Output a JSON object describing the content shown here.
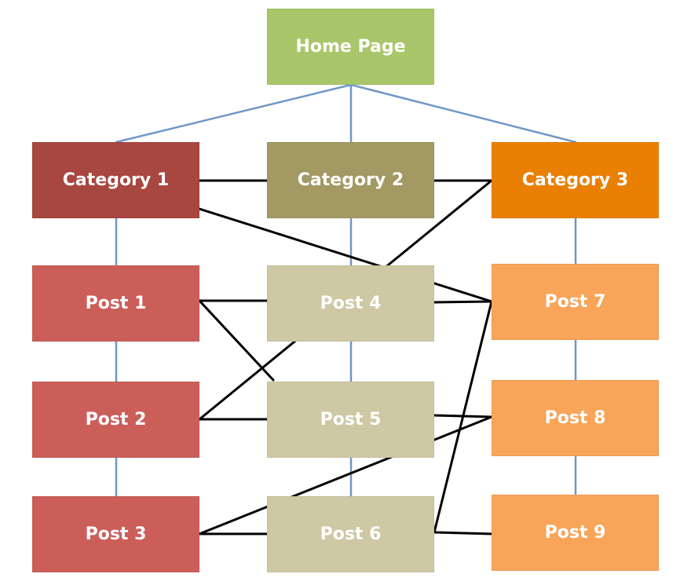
{
  "diagram": {
    "nodes": [
      {
        "id": "home",
        "label": "Home Page",
        "color": "#A9C76A"
      },
      {
        "id": "cat1",
        "label": "Category 1",
        "color": "#A84640"
      },
      {
        "id": "cat2",
        "label": "Category 2",
        "color": "#A29963"
      },
      {
        "id": "cat3",
        "label": "Category 3",
        "color": "#E98004"
      },
      {
        "id": "post1",
        "label": "Post 1",
        "color": "#CC5E5A"
      },
      {
        "id": "post2",
        "label": "Post 2",
        "color": "#CC5E5A"
      },
      {
        "id": "post3",
        "label": "Post 3",
        "color": "#CC5E5A"
      },
      {
        "id": "post4",
        "label": "Post 4",
        "color": "#CEC8A5"
      },
      {
        "id": "post5",
        "label": "Post 5",
        "color": "#CEC8A5"
      },
      {
        "id": "post6",
        "label": "Post 6",
        "color": "#CEC8A5"
      },
      {
        "id": "post7",
        "label": "Post 7",
        "color": "#F8A55A"
      },
      {
        "id": "post8",
        "label": "Post 8",
        "color": "#F8A55A"
      },
      {
        "id": "post9",
        "label": "Post 9",
        "color": "#F8A55A"
      }
    ],
    "hierarchy_color": "#6F97C8",
    "crosslink_color": "#000000",
    "hierarchy_links": [
      [
        "home",
        "cat1"
      ],
      [
        "home",
        "cat2"
      ],
      [
        "home",
        "cat3"
      ],
      [
        "cat1",
        "post1"
      ],
      [
        "post1",
        "post2"
      ],
      [
        "post2",
        "post3"
      ],
      [
        "cat2",
        "post4"
      ],
      [
        "post4",
        "post5"
      ],
      [
        "post5",
        "post6"
      ],
      [
        "cat3",
        "post7"
      ],
      [
        "post7",
        "post8"
      ],
      [
        "post8",
        "post9"
      ]
    ],
    "cross_links": [
      [
        "cat1",
        "cat2"
      ],
      [
        "cat2",
        "cat3"
      ],
      [
        "cat1",
        "post7"
      ],
      [
        "post1",
        "post4"
      ],
      [
        "post1",
        "post5"
      ],
      [
        "post2",
        "cat3"
      ],
      [
        "post2",
        "post5"
      ],
      [
        "post3",
        "post6"
      ],
      [
        "post3",
        "post8"
      ],
      [
        "post4",
        "post7"
      ],
      [
        "post5",
        "post8"
      ],
      [
        "post6",
        "post7"
      ],
      [
        "post6",
        "post9"
      ]
    ]
  }
}
